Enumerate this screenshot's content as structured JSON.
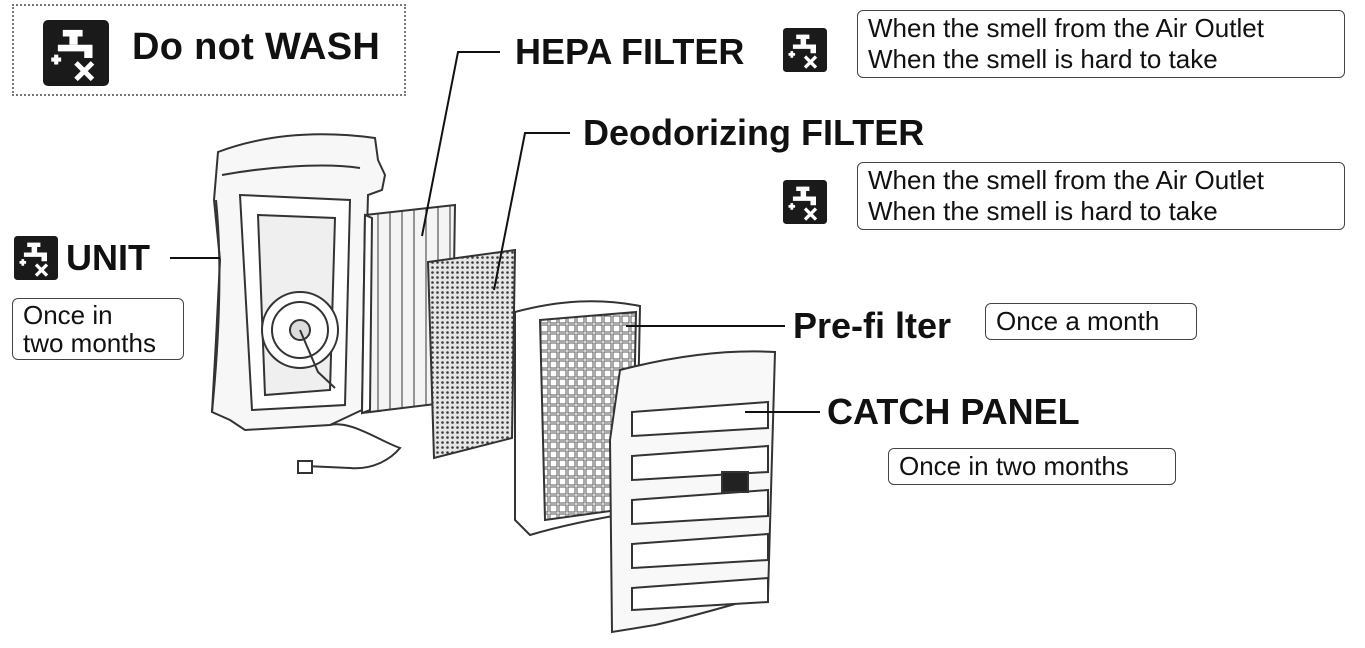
{
  "legend": {
    "text": "Do not WASH",
    "icon": "no-wash-icon"
  },
  "parts": {
    "hepa": {
      "label": "HEPA FILTER",
      "icon": "no-wash-icon",
      "notes": [
        "When the smell from the Air Outlet",
        "When the smell is hard to take"
      ]
    },
    "deodorizing": {
      "label": "Deodorizing FILTER",
      "icon": "no-wash-icon",
      "notes": [
        "When the smell from the Air Outlet",
        "When the smell is hard to take"
      ]
    },
    "unit": {
      "label": "UNIT",
      "icon": "no-wash-icon",
      "notes": [
        "Once in",
        "two months"
      ]
    },
    "prefilter": {
      "label": "Pre-fi lter",
      "note": "Once a month"
    },
    "catch_panel": {
      "label": "CATCH PANEL",
      "note": "Once in two months"
    }
  }
}
